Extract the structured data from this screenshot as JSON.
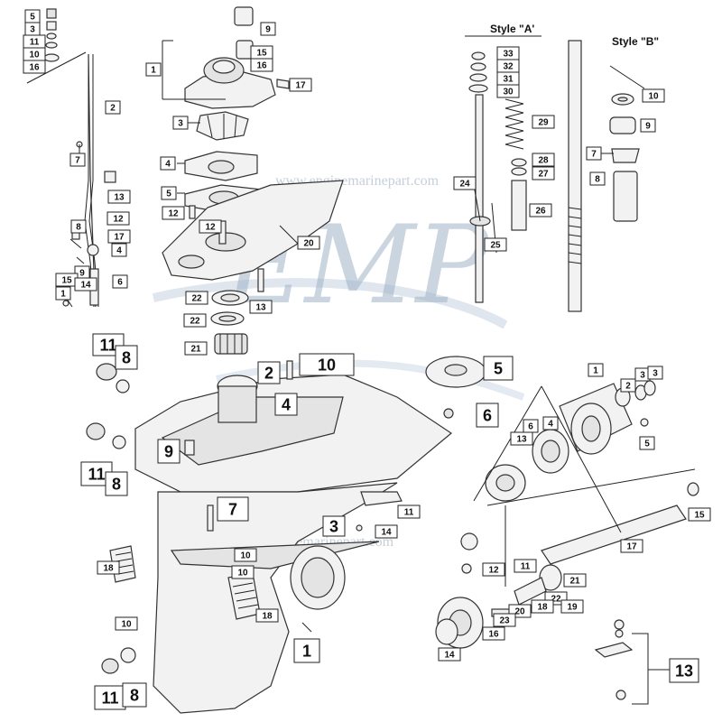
{
  "watermark": {
    "logo": "EMP",
    "url": "www.enginemarinepart.com"
  },
  "style_labels": {
    "a": "Style \"A'",
    "b": "Style \"B\""
  },
  "callouts": [
    {
      "id": "c1",
      "text": "5",
      "size": "s"
    },
    {
      "id": "c2",
      "text": "3",
      "size": "s"
    },
    {
      "id": "c3",
      "text": "11",
      "size": "s"
    },
    {
      "id": "c4",
      "text": "10",
      "size": "s"
    },
    {
      "id": "c5",
      "text": "16",
      "size": "s"
    },
    {
      "id": "c6",
      "text": "2",
      "size": "s"
    },
    {
      "id": "c7",
      "text": "7",
      "size": "s"
    },
    {
      "id": "c8",
      "text": "13",
      "size": "s"
    },
    {
      "id": "c9",
      "text": "12",
      "size": "s"
    },
    {
      "id": "c10",
      "text": "8",
      "size": "s"
    },
    {
      "id": "c11",
      "text": "17",
      "size": "s"
    },
    {
      "id": "c12",
      "text": "4",
      "size": "s"
    },
    {
      "id": "c13",
      "text": "9",
      "size": "s"
    },
    {
      "id": "c14",
      "text": "15",
      "size": "s"
    },
    {
      "id": "c15",
      "text": "14",
      "size": "s"
    },
    {
      "id": "c16",
      "text": "6",
      "size": "s"
    },
    {
      "id": "c17",
      "text": "1",
      "size": "s"
    },
    {
      "id": "c18",
      "text": "9",
      "size": "s"
    },
    {
      "id": "c19",
      "text": "15",
      "size": "s"
    },
    {
      "id": "c20",
      "text": "16",
      "size": "s"
    },
    {
      "id": "c21",
      "text": "1",
      "size": "s"
    },
    {
      "id": "c22",
      "text": "17",
      "size": "s"
    },
    {
      "id": "c23",
      "text": "3",
      "size": "s"
    },
    {
      "id": "c24",
      "text": "4",
      "size": "s"
    },
    {
      "id": "c25",
      "text": "5",
      "size": "s"
    },
    {
      "id": "c26",
      "text": "12",
      "size": "s"
    },
    {
      "id": "c27",
      "text": "12",
      "size": "s"
    },
    {
      "id": "c28",
      "text": "20",
      "size": "s"
    },
    {
      "id": "c29",
      "text": "22",
      "size": "s"
    },
    {
      "id": "c30",
      "text": "13",
      "size": "s"
    },
    {
      "id": "c31",
      "text": "22",
      "size": "s"
    },
    {
      "id": "c32",
      "text": "21",
      "size": "s"
    },
    {
      "id": "c33",
      "text": "33",
      "size": "s"
    },
    {
      "id": "c34",
      "text": "32",
      "size": "s"
    },
    {
      "id": "c35",
      "text": "31",
      "size": "s"
    },
    {
      "id": "c36",
      "text": "30",
      "size": "s"
    },
    {
      "id": "c37",
      "text": "29",
      "size": "s"
    },
    {
      "id": "c38",
      "text": "28",
      "size": "s"
    },
    {
      "id": "c39",
      "text": "27",
      "size": "s"
    },
    {
      "id": "c40",
      "text": "24",
      "size": "s"
    },
    {
      "id": "c41",
      "text": "26",
      "size": "s"
    },
    {
      "id": "c42",
      "text": "25",
      "size": "s"
    },
    {
      "id": "c43",
      "text": "10",
      "size": "s"
    },
    {
      "id": "c44",
      "text": "9",
      "size": "s"
    },
    {
      "id": "c45",
      "text": "7",
      "size": "s"
    },
    {
      "id": "c46",
      "text": "8",
      "size": "s"
    },
    {
      "id": "c47",
      "text": "11",
      "size": "l"
    },
    {
      "id": "c48",
      "text": "8",
      "size": "l"
    },
    {
      "id": "c49",
      "text": "2",
      "size": "l"
    },
    {
      "id": "c50",
      "text": "10",
      "size": "l"
    },
    {
      "id": "c51",
      "text": "4",
      "size": "l"
    },
    {
      "id": "c52",
      "text": "5",
      "size": "l"
    },
    {
      "id": "c53",
      "text": "6",
      "size": "l"
    },
    {
      "id": "c54",
      "text": "9",
      "size": "l"
    },
    {
      "id": "c55",
      "text": "11",
      "size": "l"
    },
    {
      "id": "c56",
      "text": "8",
      "size": "l"
    },
    {
      "id": "c57",
      "text": "7",
      "size": "l"
    },
    {
      "id": "c58",
      "text": "3",
      "size": "l"
    },
    {
      "id": "c59",
      "text": "11",
      "size": "s"
    },
    {
      "id": "c60",
      "text": "14",
      "size": "s"
    },
    {
      "id": "c61",
      "text": "18",
      "size": "s"
    },
    {
      "id": "c62",
      "text": "10",
      "size": "s"
    },
    {
      "id": "c63",
      "text": "10",
      "size": "s"
    },
    {
      "id": "c64",
      "text": "18",
      "size": "s"
    },
    {
      "id": "c65",
      "text": "10",
      "size": "s"
    },
    {
      "id": "c66",
      "text": "1",
      "size": "l"
    },
    {
      "id": "c67",
      "text": "11",
      "size": "l"
    },
    {
      "id": "c68",
      "text": "8",
      "size": "l"
    },
    {
      "id": "c69",
      "text": "1",
      "size": "s"
    },
    {
      "id": "c70",
      "text": "2",
      "size": "s"
    },
    {
      "id": "c71",
      "text": "3",
      "size": "s"
    },
    {
      "id": "c72",
      "text": "3",
      "size": "s"
    },
    {
      "id": "c73",
      "text": "4",
      "size": "s"
    },
    {
      "id": "c74",
      "text": "6",
      "size": "s"
    },
    {
      "id": "c75",
      "text": "13",
      "size": "s"
    },
    {
      "id": "c76",
      "text": "5",
      "size": "s"
    },
    {
      "id": "c77",
      "text": "15",
      "size": "s"
    },
    {
      "id": "c78",
      "text": "17",
      "size": "s"
    },
    {
      "id": "c79",
      "text": "12",
      "size": "s"
    },
    {
      "id": "c80",
      "text": "11",
      "size": "s"
    },
    {
      "id": "c81",
      "text": "21",
      "size": "s"
    },
    {
      "id": "c82",
      "text": "22",
      "size": "s"
    },
    {
      "id": "c83",
      "text": "19",
      "size": "s"
    },
    {
      "id": "c84",
      "text": "20",
      "size": "s"
    },
    {
      "id": "c85",
      "text": "18",
      "size": "s"
    },
    {
      "id": "c86",
      "text": "23",
      "size": "s"
    },
    {
      "id": "c87",
      "text": "16",
      "size": "s"
    },
    {
      "id": "c88",
      "text": "14",
      "size": "s"
    },
    {
      "id": "c89",
      "text": "13",
      "size": "l"
    }
  ]
}
